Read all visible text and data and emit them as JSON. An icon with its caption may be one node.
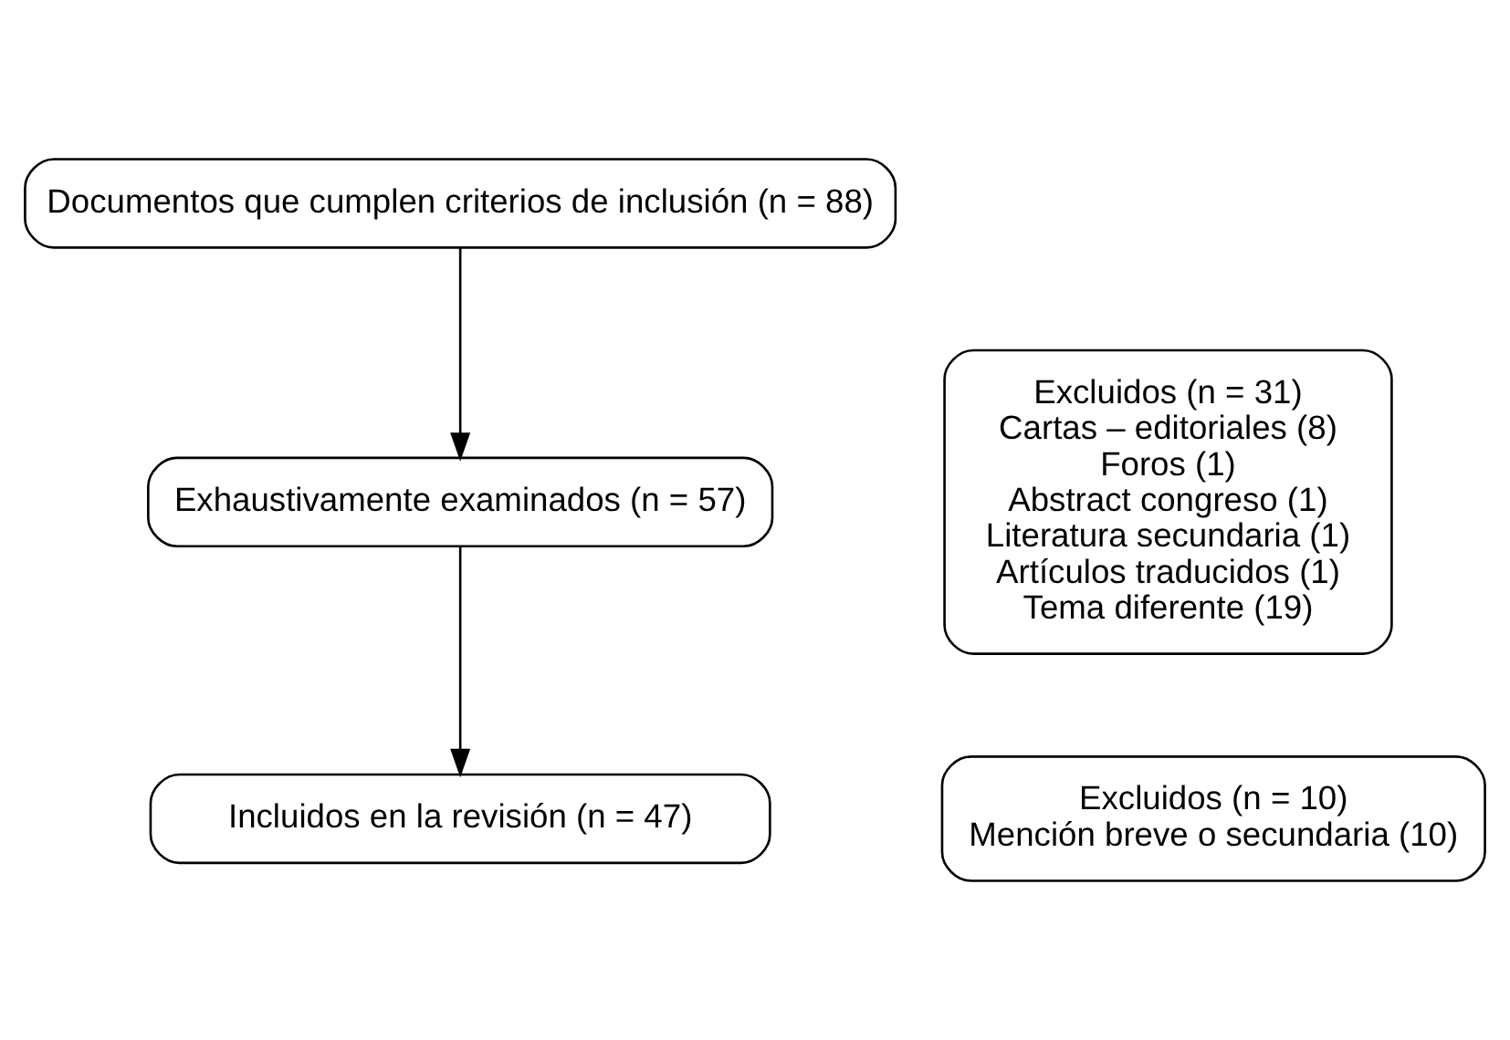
{
  "diagram": {
    "nodes": [
      {
        "text": [
          "Documentos que cumplen criterios de inclusión (n = 88)"
        ]
      },
      {
        "text": [
          "Excluidos (n = 31)",
          "Cartas – editoriales (8)",
          "Foros (1)",
          "Abstract congreso (1)",
          "Literatura secundaria (1)",
          "Artículos traducidos (1)",
          "Tema diferente (19)"
        ]
      },
      {
        "text": [
          "Exhaustivamente examinados (n = 57)"
        ]
      },
      {
        "text": [
          "Excluidos (n = 10)",
          "Mención breve o secundaria (10)"
        ]
      },
      {
        "text": [
          "Incluidos en la revisión (n = 47)"
        ]
      }
    ],
    "edges": [
      {
        "from": 0,
        "to": 2,
        "arrow": "to"
      },
      {
        "from": 2,
        "to": 4,
        "arrow": "to"
      }
    ]
  }
}
